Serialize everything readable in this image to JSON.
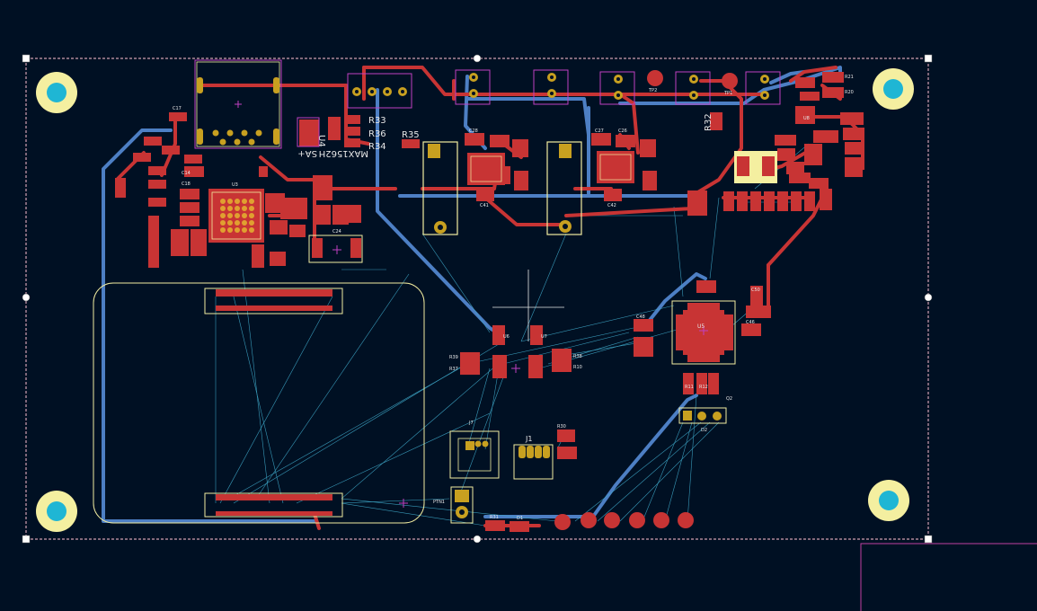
{
  "colors": {
    "background": "#001023",
    "board_outline": "#d0a0b0",
    "copper_top": "#c83434",
    "copper_bottom": "#4d7fc4",
    "ratsnest": "#3fa8c8",
    "silkscreen": "#f2eda0",
    "fab": "#c040c0",
    "mounting_hole_ring": "#f4efa0",
    "mounting_hole_drill": "#1fb6d4",
    "selection_handle": "#ffffff",
    "pad_gold": "#c8a020"
  },
  "labels": {
    "r33": "R33",
    "r36": "R36",
    "r34": "R34",
    "r35": "R35",
    "r32": "R32",
    "ic_max": "MAX1562H",
    "ic_sa": "SA+",
    "u4": "U4",
    "j1": "J1",
    "u5": "U5",
    "u3": "U3",
    "tp2": "TP2",
    "tp1": "TP1",
    "u8": "U8"
  },
  "small_labels": {
    "c17": "C17",
    "c18": "C18",
    "c14": "C14",
    "c28": "C28",
    "c27": "C27",
    "c26": "C26",
    "c24": "C24",
    "c41": "C41",
    "c42": "C42",
    "c46": "C46",
    "c48": "C48",
    "c50": "C50",
    "r21": "R21",
    "r20": "R20",
    "r39": "R39",
    "r37": "R37",
    "r38": "R38",
    "r10": "R10",
    "r11": "R11",
    "r12": "R12",
    "r30": "R30",
    "r31": "R31",
    "d1": "D1",
    "d2": "D2",
    "j7": "J7",
    "ptn": "PTN1",
    "u6": "U6",
    "u7": "U7",
    "q2": "Q2"
  }
}
